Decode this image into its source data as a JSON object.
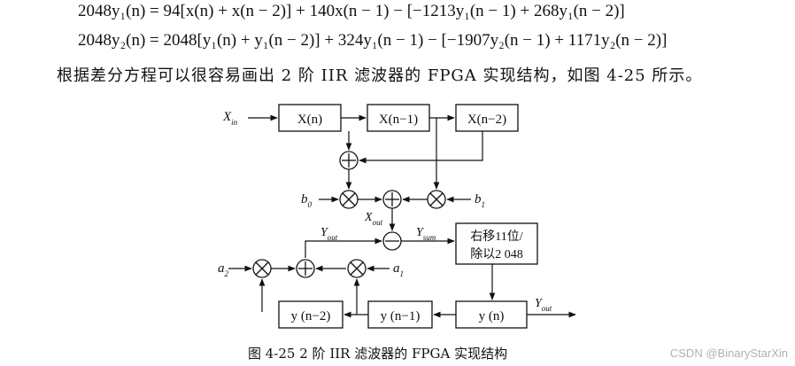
{
  "equations": {
    "eq1": "2048y₁(n) = 94[x(n) + x(n − 2)] + 140x(n − 1) − [−1213y₁(n − 1) + 268y₁(n − 2)]",
    "eq2": "2048y₂(n) = 2048[y₁(n) + y₁(n − 2)] + 324y₁(n − 1) − [−1907y₂(n − 1) + 1171y₂(n − 2)]"
  },
  "paragraph": "根据差分方程可以很容易画出 2 阶 IIR 滤波器的 FPGA 实现结构，如图 4-25 所示。",
  "diagram": {
    "blocks": {
      "xn": "X(n)",
      "xn1": "X(n−1)",
      "xn2": "X(n−2)",
      "shift_line1": "右移11位/",
      "shift_line2": "除以2 048",
      "yn": "y (n)",
      "yn1": "y (n−1)",
      "yn2": "y (n−2)"
    },
    "labels": {
      "xin_main": "X",
      "xin_sub": "in",
      "b0_main": "b",
      "b0_sub": "0",
      "b1_main": "b",
      "b1_sub": "1",
      "xout_main": "X",
      "xout_sub": "out",
      "yout_main": "Y",
      "yout_sub": "out",
      "ysum_main": "Y",
      "ysum_sub": "sum",
      "a2_main": "a",
      "a2_sub": "2",
      "a1_main": "a",
      "a1_sub": "1",
      "yout2_main": "Y",
      "yout2_sub": "out"
    }
  },
  "caption": "图 4-25    2 阶 IIR 滤波器的 FPGA 实现结构",
  "watermark": "CSDN @BinaryStarXin"
}
